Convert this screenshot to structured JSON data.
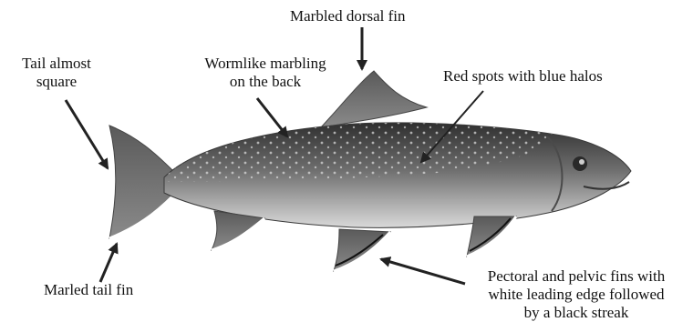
{
  "labels": {
    "dorsal_fin": "Marbled dorsal fin",
    "tail_shape_line1": "Tail almost",
    "tail_shape_line2": "square",
    "back_marbling_line1": "Wormlike marbling",
    "back_marbling_line2": "on the back",
    "spots": "Red spots with blue halos",
    "tail_fin": "Marled tail fin",
    "fins_line1": "Pectoral and pelvic fins with",
    "fins_line2": "white leading edge followed",
    "fins_line3": "by a black streak"
  },
  "colors": {
    "text": "#111111",
    "arrow": "#222222",
    "fish_dark": "#3a3a3a",
    "fish_mid": "#7d7d7d",
    "fish_belly": "#d2d2d2",
    "fin_edge": "#ffffff"
  }
}
